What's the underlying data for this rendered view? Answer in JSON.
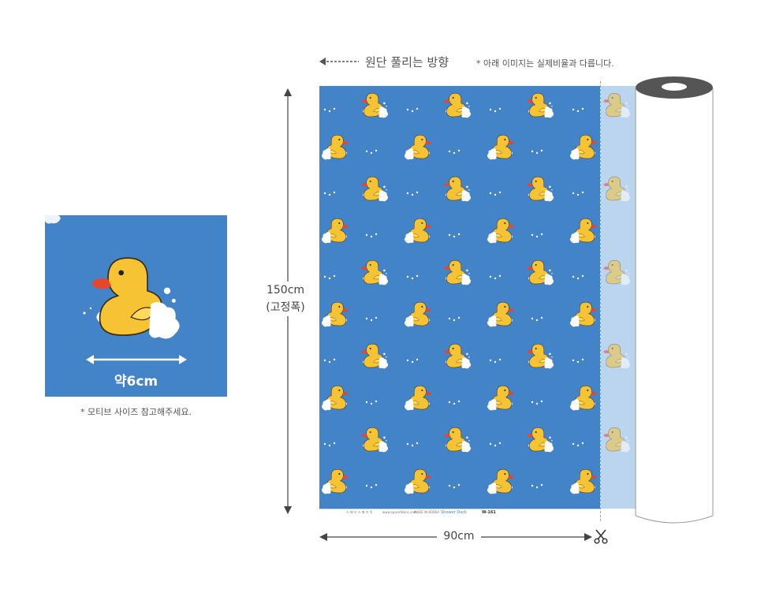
{
  "header": {
    "direction_label": "원단 풀리는 방향",
    "note": "* 아래 이미지는 실제비율과 다릅니다."
  },
  "motif": {
    "size_label": "약6cm",
    "caption": "* 모티브 사이즈 참고해주세요."
  },
  "dimensions": {
    "height_value": "150cm",
    "height_note": "(고정폭)",
    "width_value": "90cm"
  },
  "selvage": {
    "brand": "스 페 이 스 패 브 릭",
    "site": "www.spacefabric.com",
    "made": "MADE IN KOREA",
    "design_name": "Shower Duck",
    "code": "W-161"
  },
  "colors": {
    "fabric_blue": "#4383c8",
    "duck_yellow": "#f6c334",
    "beak_red": "#e8452c",
    "faded_blue": "#bcd5ef",
    "roll_dark": "#555555"
  },
  "icons": {
    "direction": "dashed-left-arrow-icon",
    "scissors": "scissors-icon",
    "duck": "rubber-duck-icon",
    "roll": "fabric-roll-icon"
  }
}
